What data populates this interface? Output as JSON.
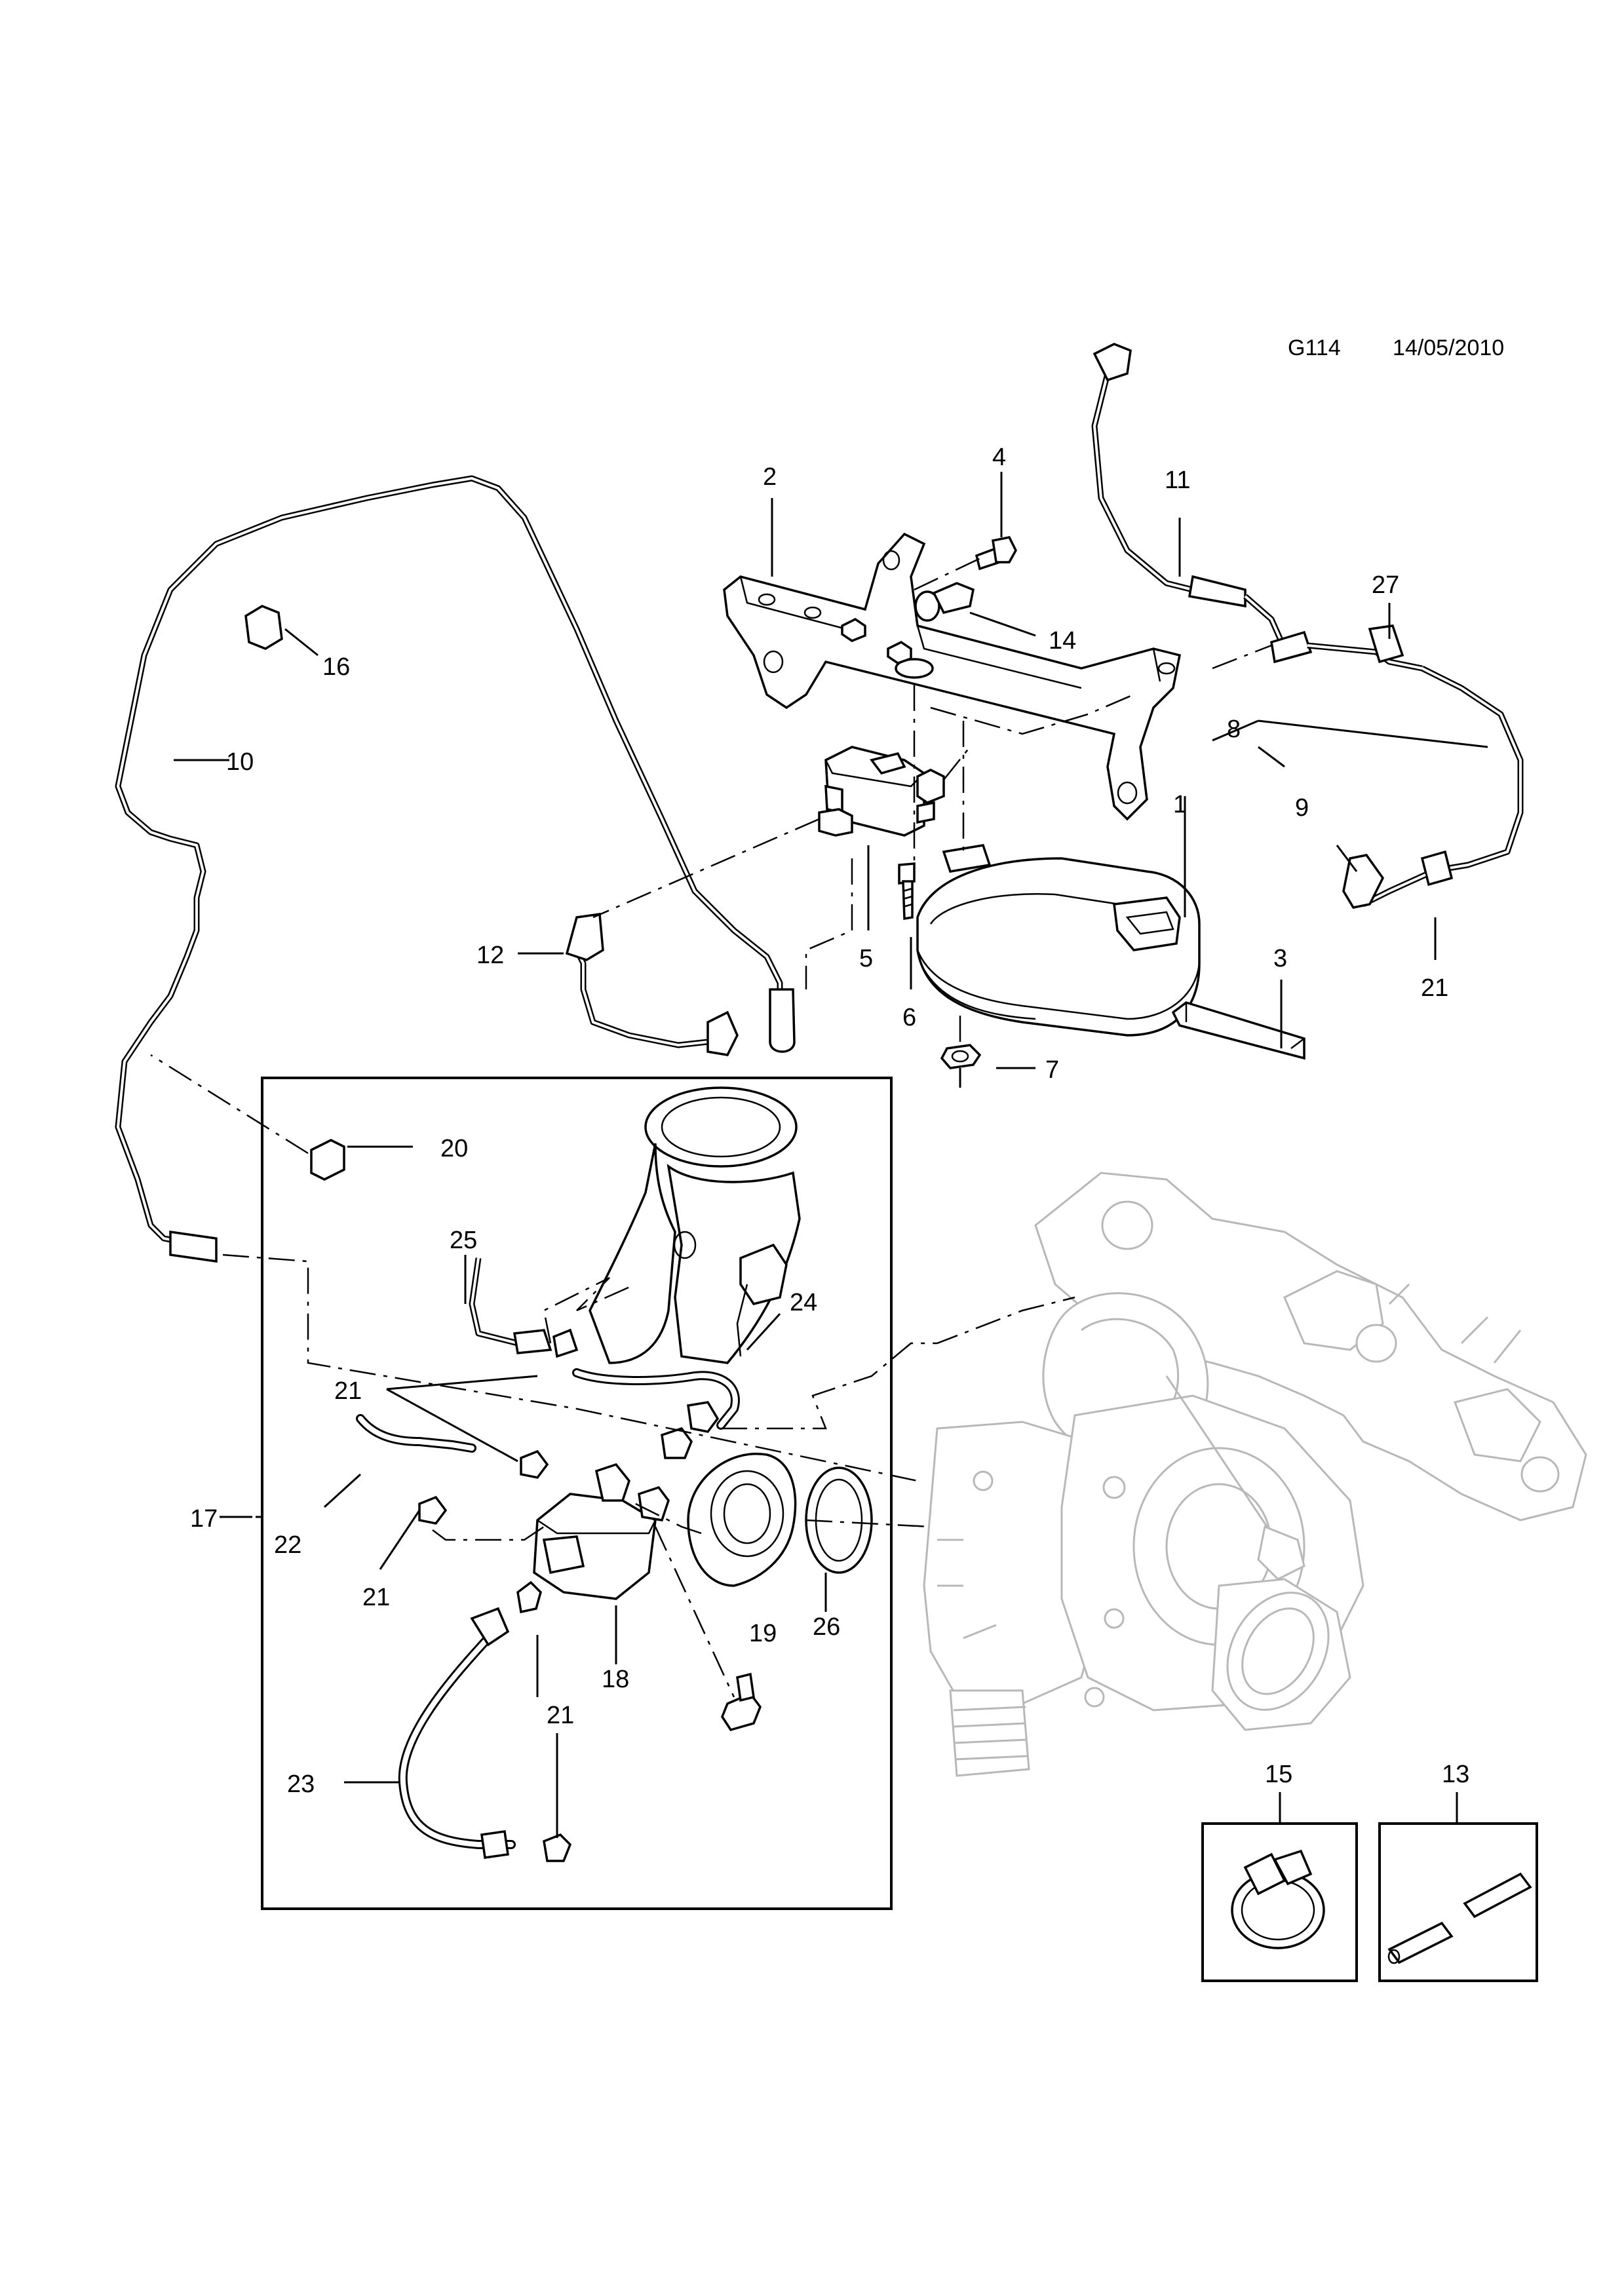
{
  "header": {
    "code": "G114",
    "date": "14/05/2010"
  },
  "callouts": {
    "c1": "1",
    "c2": "2",
    "c3": "3",
    "c4": "4",
    "c5": "5",
    "c6": "6",
    "c7": "7",
    "c8": "8",
    "c9": "9",
    "c10": "10",
    "c11": "11",
    "c12": "12",
    "c13": "13",
    "c14": "14",
    "c15": "15",
    "c16": "16",
    "c17": "17",
    "c18": "18",
    "c19": "19",
    "c20": "20",
    "c21a": "21",
    "c21b": "21",
    "c21c": "21",
    "c21d": "21",
    "c22": "22",
    "c23": "23",
    "c24": "24",
    "c25": "25",
    "c26": "26",
    "c27": "27"
  }
}
